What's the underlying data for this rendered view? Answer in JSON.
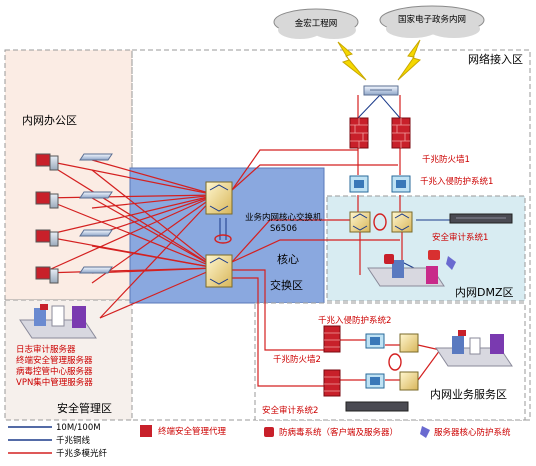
{
  "clouds": {
    "left": "金宏工程网",
    "right": "国家电子政务内网"
  },
  "zones": {
    "network_access": "网络接入区",
    "office": "内网办公区",
    "core_line1": "核心",
    "core_line2": "交换区",
    "dmz": "内网DMZ区",
    "security_mgmt": "安全管理区",
    "service": "内网业务服务区"
  },
  "labels": {
    "core_switch_line1": "业务内网核心交换机",
    "core_switch_line2": "S6506",
    "firewall_1": "千兆防火墙1",
    "ips_1": "千兆入侵防护系统1",
    "audit_1": "安全审计系统1",
    "ips_2": "千兆入侵防护系统2",
    "firewall_2": "千兆防火墙2",
    "audit_2": "安全审计系统2"
  },
  "servers": [
    "日志审计服务器",
    "终端安全管理服务器",
    "病毒控管中心服务器",
    "VPN集中管理服务器"
  ],
  "legend": {
    "line_copper_10_100": "10M/100M",
    "line_gigabit_copper": "千兆铜线",
    "line_gigabit_fiber": "千兆多模光纤",
    "icon_terminal_agent": "终端安全管理代理",
    "icon_antivirus": "防病毒系统（客户端及服务器）",
    "icon_server_protect": "服务器核心防护系统"
  },
  "colors": {
    "fiber": "#d42020",
    "copper": "#1a3a8a",
    "core_zone": "#8aa8df",
    "office_zone": "#fbece4",
    "dmz_zone": "#d8ecf2"
  }
}
